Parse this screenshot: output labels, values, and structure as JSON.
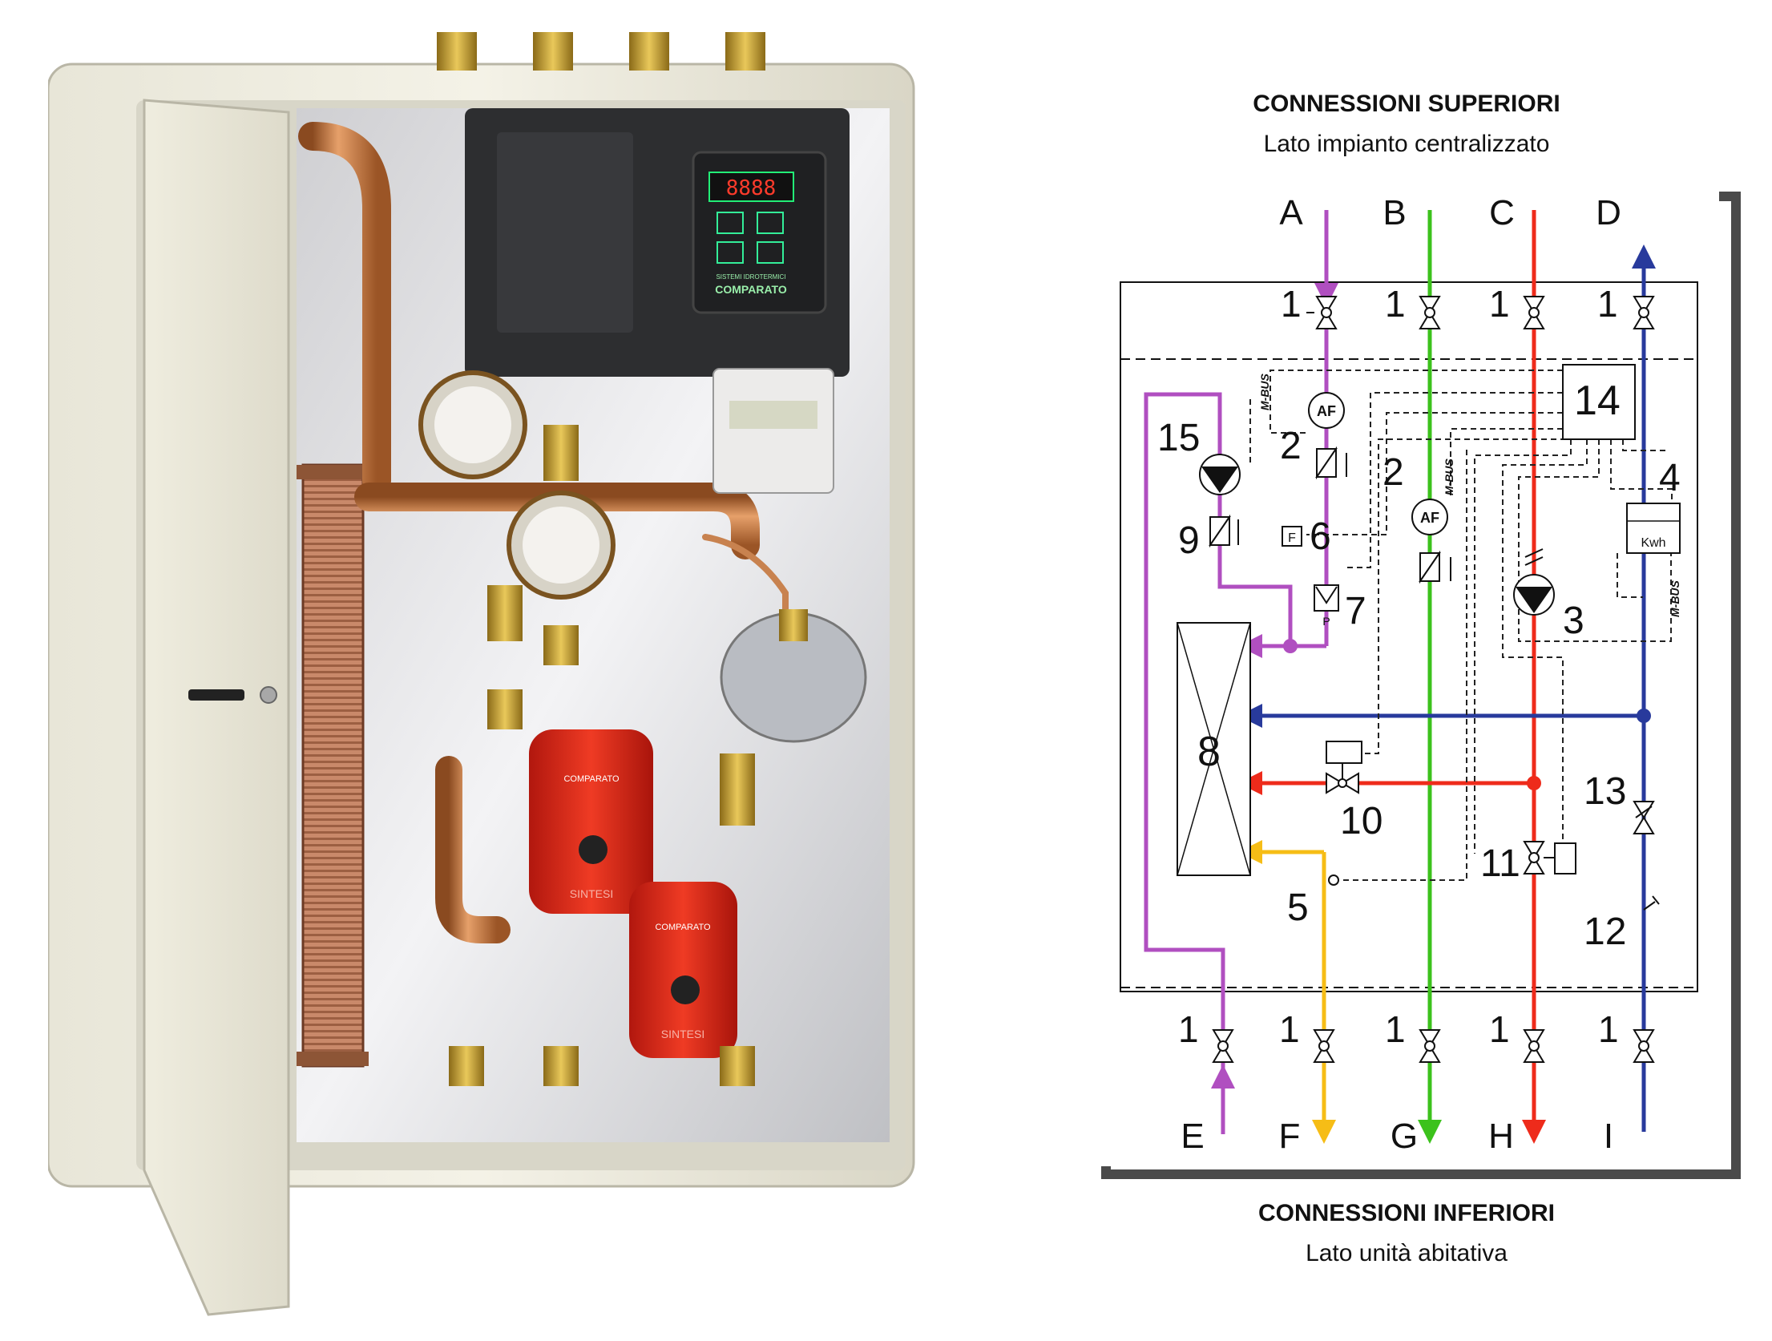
{
  "photo": {
    "controller_display": "8888",
    "controller_brand_small": "SISTEMI IDROTERMICI",
    "controller_brand": "COMPARATO",
    "pump_brand": "COMPARATO",
    "pump_model": "SINTESI"
  },
  "schematic": {
    "top_heading": "CONNESSIONI SUPERIORI",
    "top_subheading": "Lato impianto centralizzato",
    "bottom_heading": "CONNESSIONI INFERIORI",
    "bottom_subheading": "Lato unità abitativa",
    "top_connections": [
      "A",
      "B",
      "C",
      "D"
    ],
    "bottom_connections": [
      "E",
      "F",
      "G",
      "H",
      "I"
    ],
    "valve_number": "1",
    "components": {
      "c2": "2",
      "c3": "3",
      "c4": "4",
      "c5": "5",
      "c6": "6",
      "c7": "7",
      "c8": "8",
      "c9": "9",
      "c10": "10",
      "c11": "11",
      "c12": "12",
      "c13": "13",
      "c14": "14",
      "c15": "15"
    },
    "af_label": "AF",
    "f_label": "F",
    "p_label": "P",
    "kwh_label": "Kwh",
    "mbus_label": "M-BUS",
    "colors": {
      "purple": "#b04fc0",
      "green": "#3cc21c",
      "red": "#ee2b1b",
      "blue": "#283a9c",
      "yellow": "#f6bd16"
    }
  }
}
